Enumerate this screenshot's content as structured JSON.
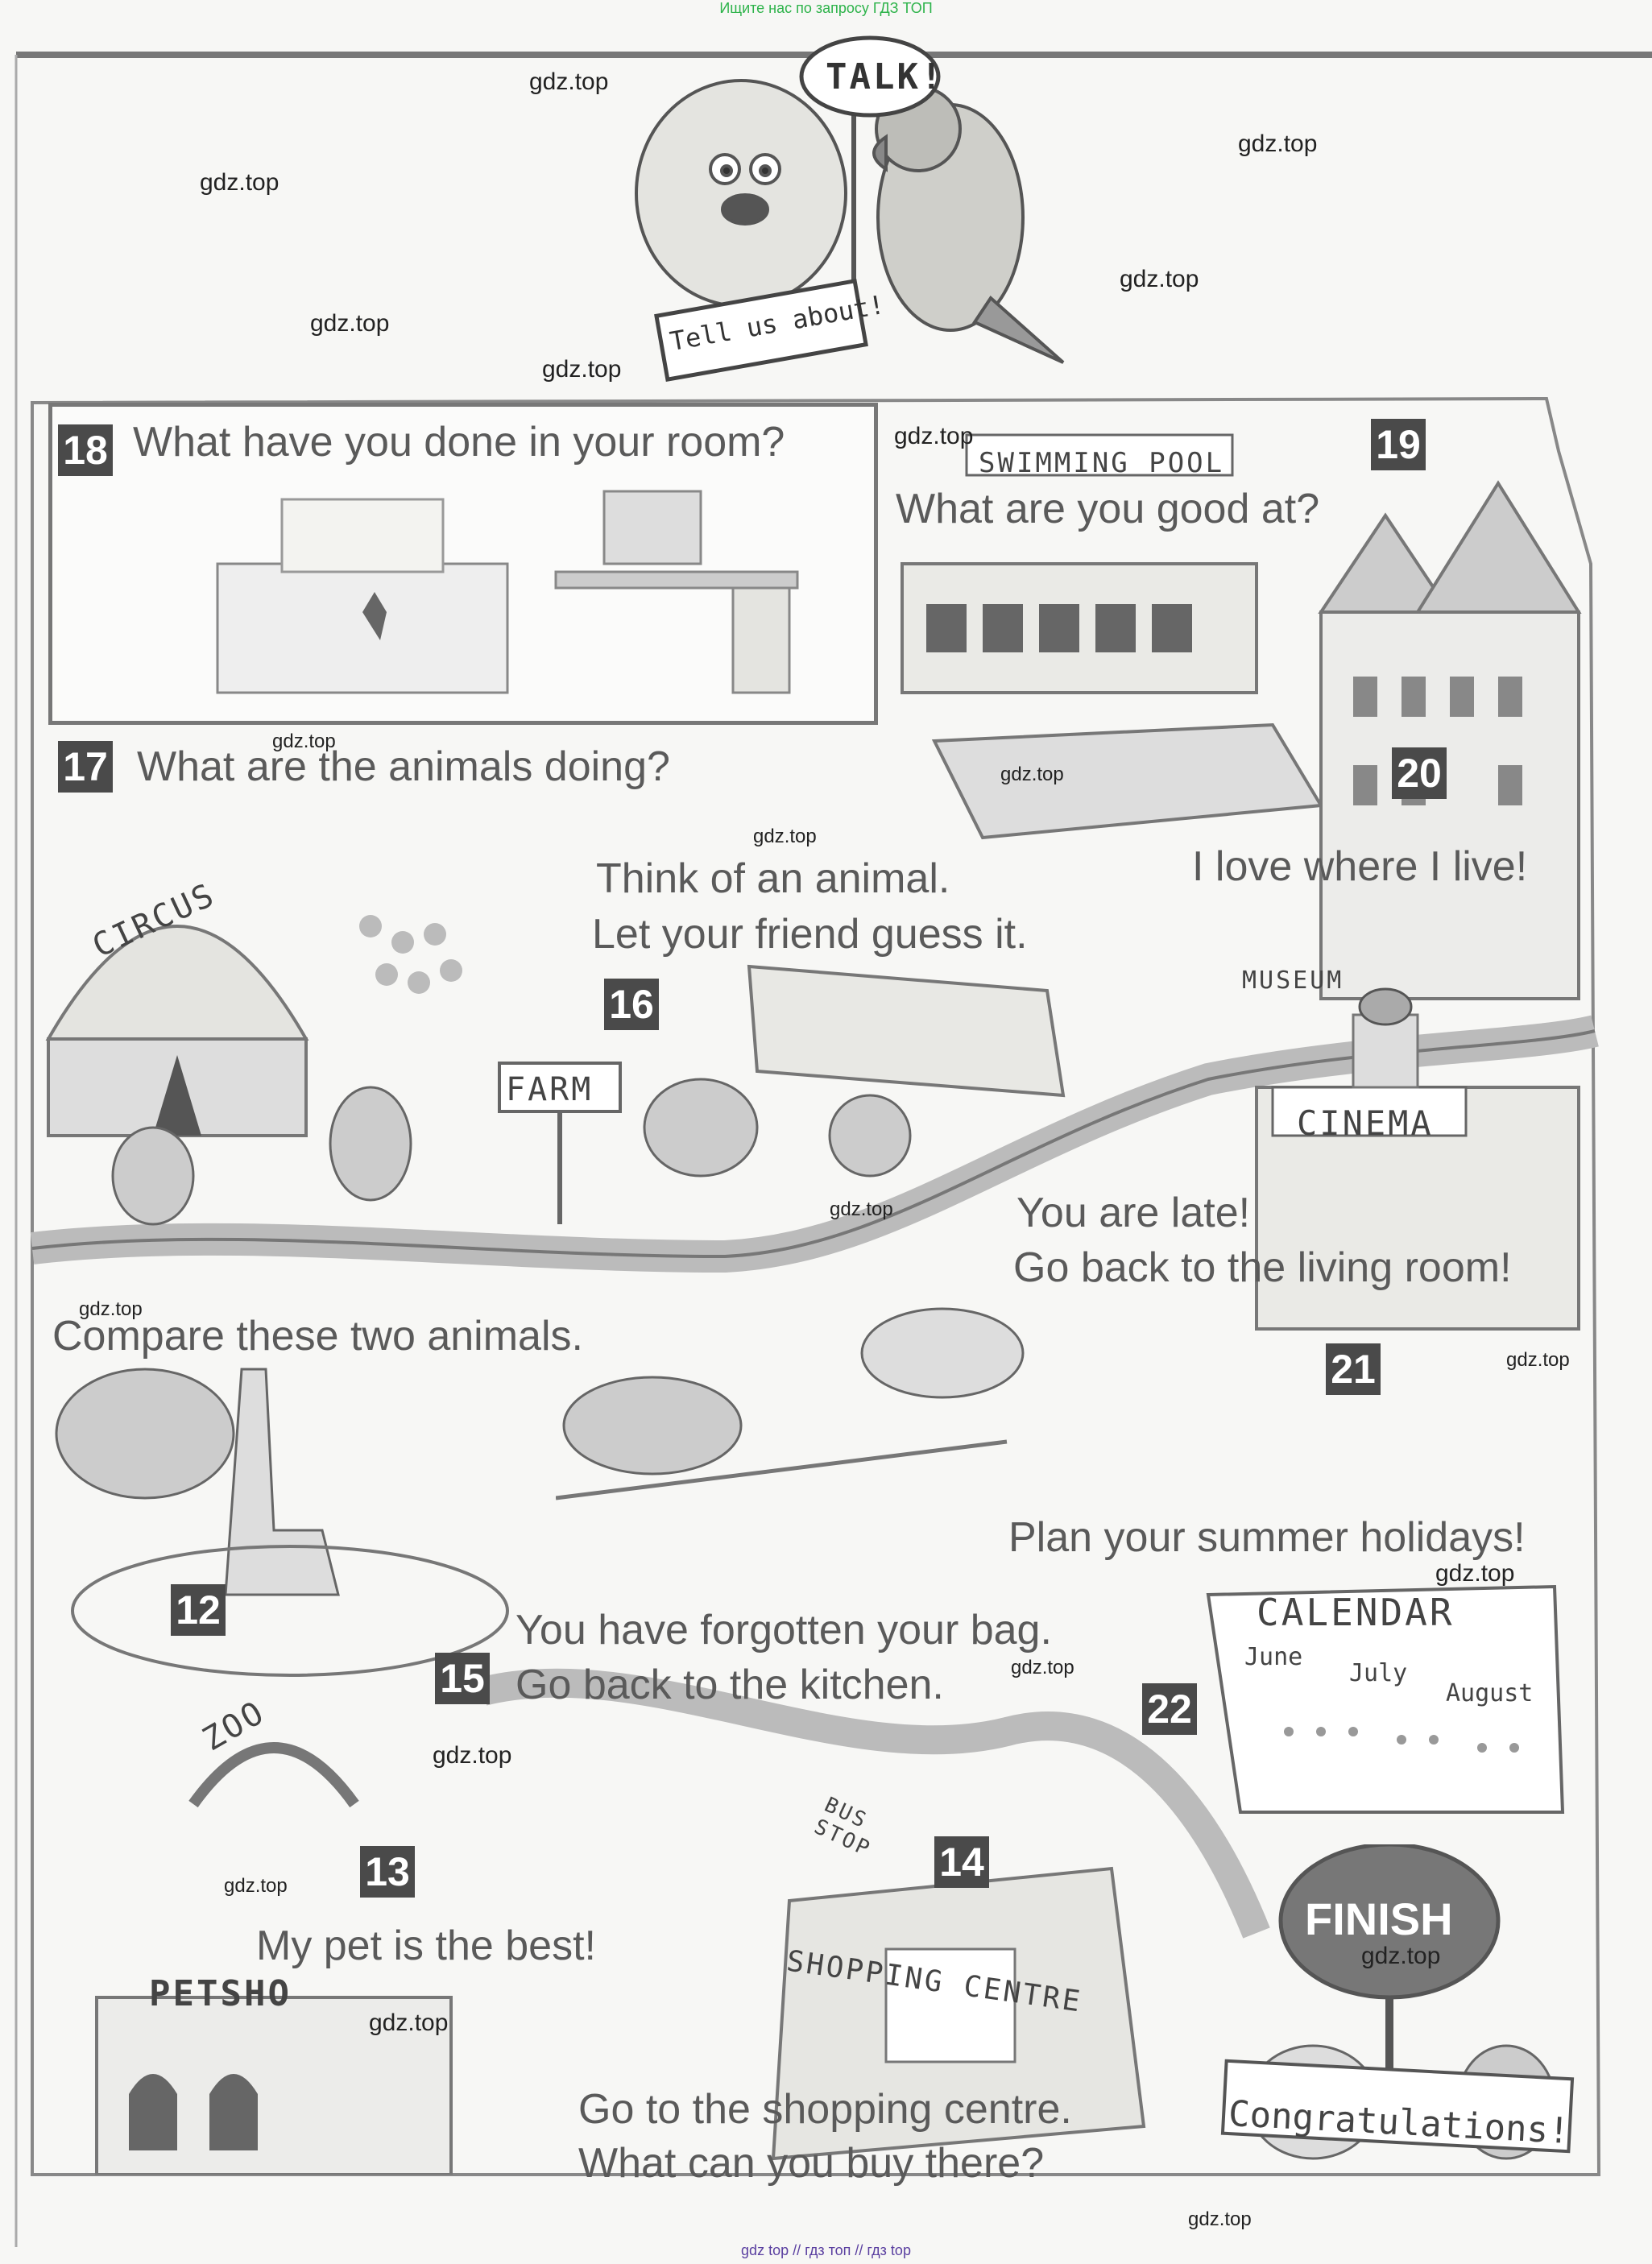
{
  "header_link": "Ищите нас по запросу ГДЗ ТОП",
  "footer_link": "gdz top  //  гдз топ  //  гдз top",
  "watermark": "gdz.top",
  "mascot_signs": {
    "talk": "TALK!",
    "tell": "Tell us about!"
  },
  "squares": [
    {
      "id": "18",
      "number": "18",
      "prompt": "What have you done in your room?"
    },
    {
      "id": "19",
      "number": "19",
      "prompt": "What are you good at?"
    },
    {
      "id": "17",
      "number": "17",
      "prompt": "What are the animals doing?"
    },
    {
      "id": "20",
      "number": "20",
      "prompt": "I love where I live!"
    },
    {
      "id": "16",
      "number": "16",
      "prompt_line1": "Think of an animal.",
      "prompt_line2": "Let your friend guess it."
    },
    {
      "id": "21",
      "number": "21",
      "prompt_line1": "You are late!",
      "prompt_line2": "Go back to the living room!"
    },
    {
      "id": "compare",
      "prompt": "Compare these two animals."
    },
    {
      "id": "22",
      "number": "22",
      "prompt": "Plan your summer holidays!"
    },
    {
      "id": "12",
      "number": "12"
    },
    {
      "id": "15",
      "number": "15",
      "prompt_line1": "You have forgotten your bag.",
      "prompt_line2": "Go back to the kitchen."
    },
    {
      "id": "13",
      "number": "13",
      "prompt": "My pet is the best!"
    },
    {
      "id": "14",
      "number": "14",
      "prompt_line1": "Go to the shopping centre.",
      "prompt_line2": "What can you buy there?"
    }
  ],
  "place_signs": {
    "swimming_pool": "SWIMMING POOL",
    "circus": "CIRCUS",
    "museum": "MUSEUM",
    "farm": "FARM",
    "cinema": "CINEMA",
    "zoo": "ZOO",
    "bus_stop": "BUS STOP",
    "pet_shop": "PETSHO",
    "shopping_centre": "SHOPPING CENTRE",
    "calendar": "CALENDAR",
    "months": [
      "June",
      "July",
      "August"
    ]
  },
  "finish": {
    "label": "FINISH",
    "banner": "Congratulations!"
  }
}
